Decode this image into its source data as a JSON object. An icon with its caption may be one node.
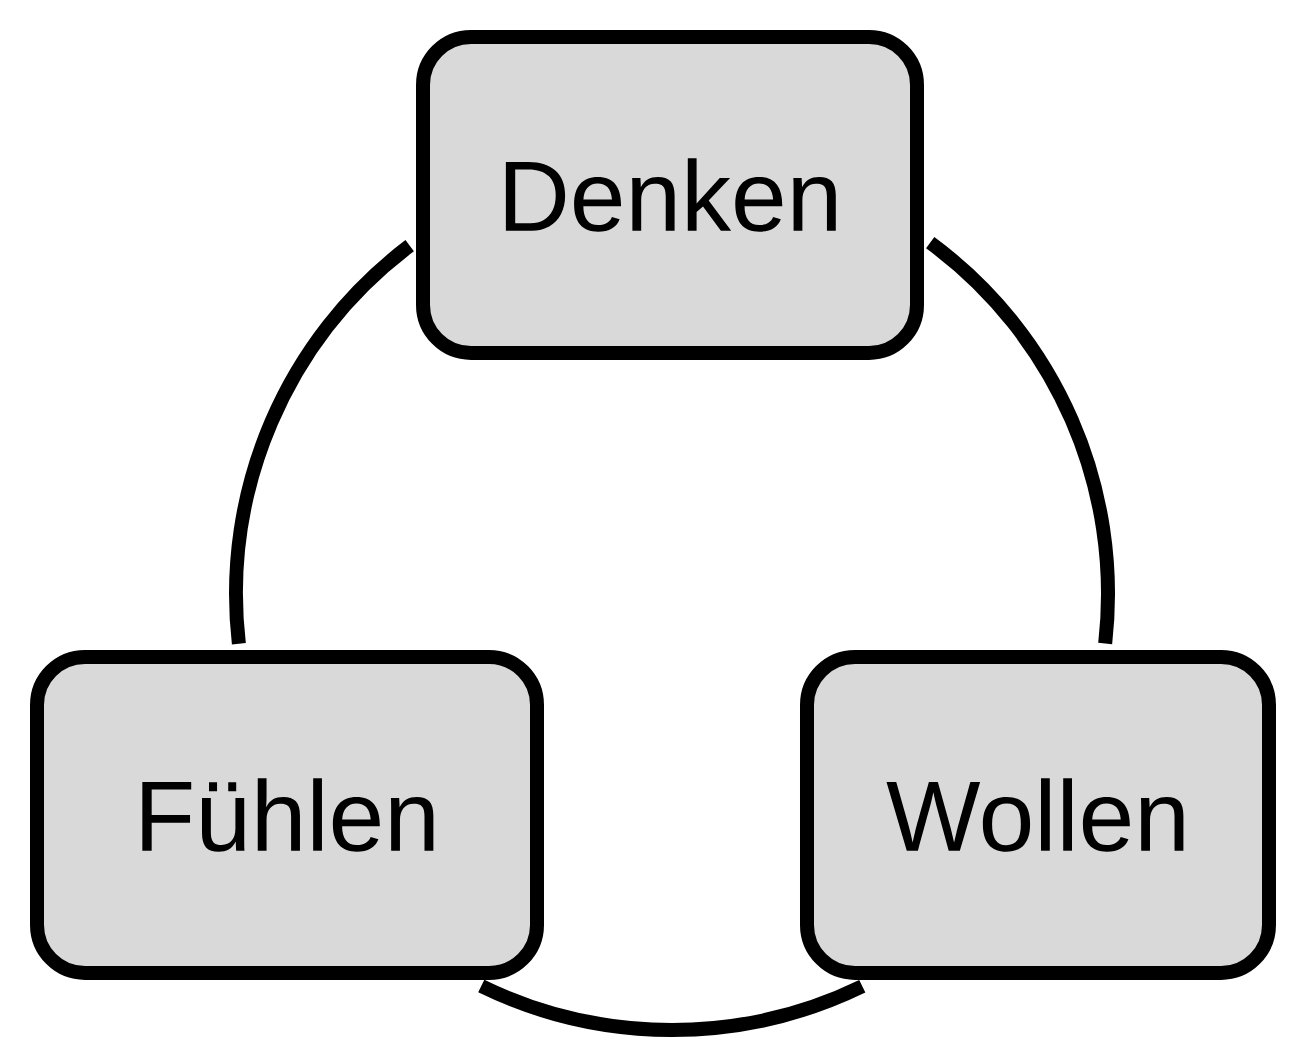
{
  "diagram": {
    "nodes": [
      {
        "text": [
          "Denken"
        ]
      },
      {
        "text": [
          "Fühlen"
        ]
      },
      {
        "text": [
          "Wollen"
        ]
      }
    ],
    "edges": [
      {
        "from": 0,
        "to": 2,
        "arrow": "none"
      },
      {
        "from": 2,
        "to": 1,
        "arrow": "none"
      },
      {
        "from": 1,
        "to": 0,
        "arrow": "none"
      }
    ]
  }
}
